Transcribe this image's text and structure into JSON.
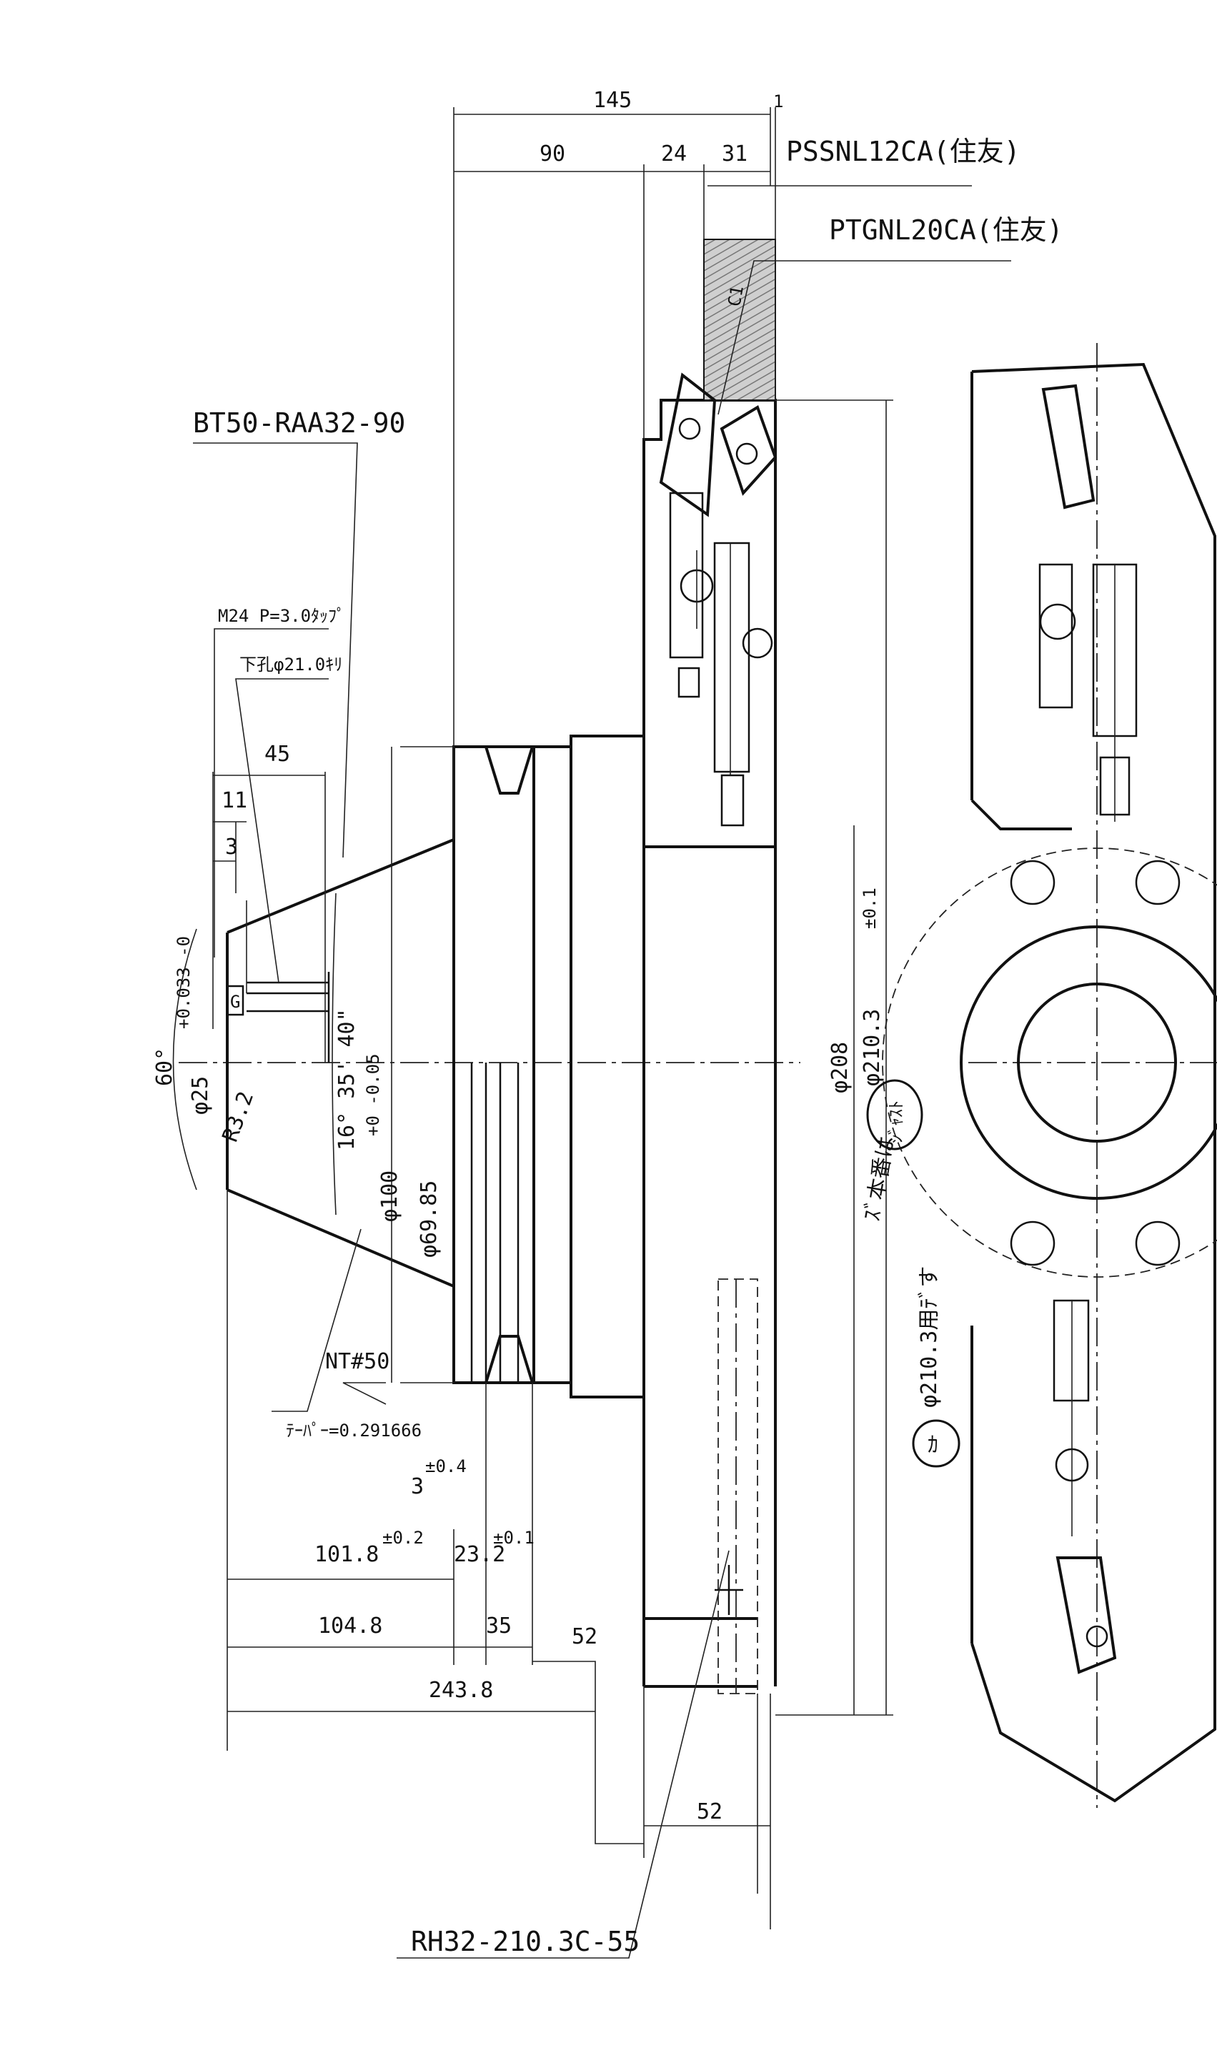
{
  "part_labels": {
    "holder": "BT50-RAA32-90",
    "insert_1": "PSSNL12CA(住友)",
    "insert_2": "PTGNL20CA(住友)",
    "head": "RH32-210.3C-55",
    "tap": "M24 P=3.0ﾀｯﾌﾟ",
    "drill": "下孔φ21.0ｷﾘ",
    "nt": "NT#50",
    "taper": "ﾃｰﾊﾟｰ=0.291666"
  },
  "dimensions": {
    "d145": "145",
    "d1": "1",
    "d90": "90",
    "d24": "24",
    "d31": "31",
    "c1": "C1",
    "d45": "45",
    "d11": "11",
    "d3a": "3",
    "angle60": "60°",
    "phi25": "φ25",
    "phi25_tol": "+0.033 -0",
    "r32": "R3.2",
    "angle_taper": "16° 35' 40\"",
    "phi100": "φ100",
    "phi100_tol": "+0 -0.05",
    "phi6985": "φ69.85",
    "phi208": "φ208",
    "phi2103": "φ210.3",
    "phi2103_tol": "±0.1",
    "d3b": "3",
    "d3b_tol": "±0.4",
    "d1018": "101.8",
    "d1018_tol": "±0.2",
    "d232": "23.2",
    "d232_tol": "±0.1",
    "d1048": "104.8",
    "d35": "35",
    "d52a": "52",
    "d2438": "243.8",
    "d52b": "52",
    "g": "G"
  },
  "annotations": {
    "note_1": "ｼﾞｬｽﾄ",
    "note_2": "ｽﾞ本番は",
    "note_3": "φ210.3用ﾃﾞす",
    "circled": "ｶ"
  }
}
